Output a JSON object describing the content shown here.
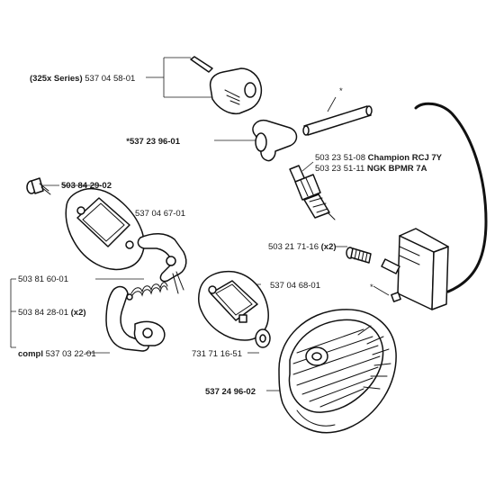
{
  "labels": {
    "l1": "(325x Series)",
    "l1n": " 537 04 58-01",
    "l2": "*537 23 96-01",
    "l3n": "503 23 51-08",
    "l3": " Champion RCJ 7Y",
    "l4n": "503 23 51-11",
    "l4": " NGK BPMR 7A",
    "l5": "503 84 29-02",
    "l6": "537 04 67-01",
    "l7n": "503 21 71-16",
    "l7": " (x2)",
    "l8": "503 81 60-01",
    "l9": "537 04 68-01",
    "l10n": "503 84 28-01",
    "l10": " (x2)",
    "l11": "731 71 16-51",
    "l12": "compl",
    "l12n": " 537 03 22-01",
    "l13": "537 24 96-02",
    "star1": "*",
    "star2": "*"
  }
}
